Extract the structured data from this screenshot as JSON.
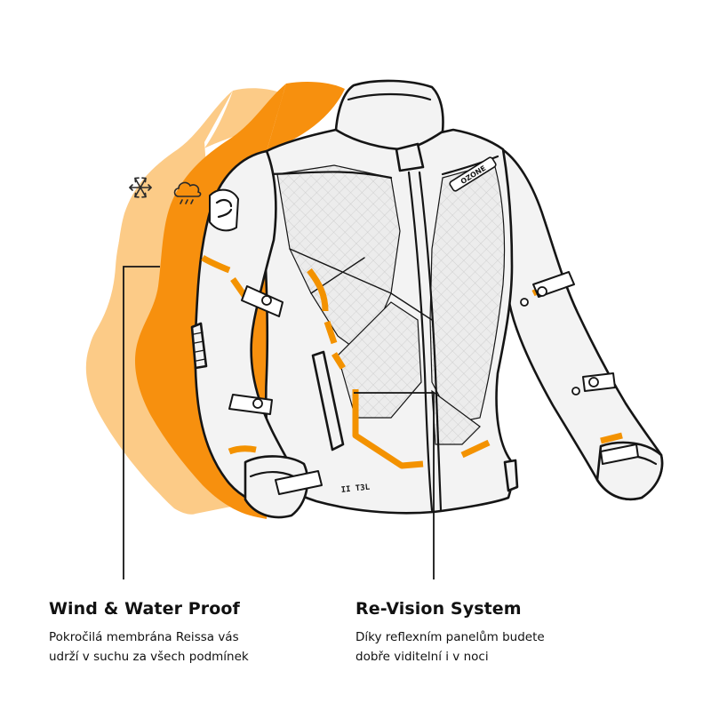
{
  "colors": {
    "layer_light": "#fccb87",
    "layer_orange": "#f7900e",
    "accent": "#f39200",
    "text": "#111111",
    "background": "#ffffff"
  },
  "icons": {
    "light_layer_icon": "snowflake-icon",
    "orange_layer_icon": "rain-cloud-icon"
  },
  "jacket": {
    "brand_text": "OZONE",
    "hem_label": "II T3L"
  },
  "features": [
    {
      "title": "Wind & Water Proof",
      "description_line1": "Pokročilá membrána Reissa vás",
      "description_line2": "udrží v suchu za všech podmínek"
    },
    {
      "title": "Re-Vision System",
      "description_line1": "Díky reflexním panelům budete",
      "description_line2": "dobře viditelní i v noci"
    }
  ]
}
